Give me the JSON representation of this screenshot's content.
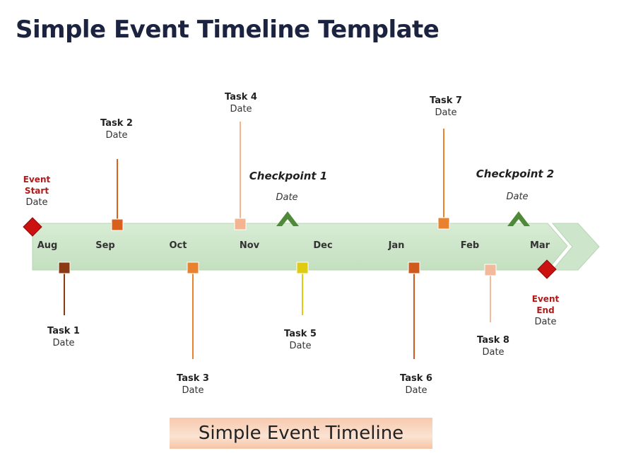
{
  "title": "Simple Event Timeline Template",
  "footer": "Simple Event Timeline",
  "months": [
    "Aug",
    "Sep",
    "Oct",
    "Nov",
    "Dec",
    "Jan",
    "Feb",
    "Mar"
  ],
  "event_start": {
    "line1": "Event",
    "line2": "Start",
    "date": "Date"
  },
  "event_end": {
    "line1": "Event",
    "line2": "End",
    "date": "Date"
  },
  "checkpoints": [
    {
      "name": "Checkpoint 1",
      "date": "Date"
    },
    {
      "name": "Checkpoint 2",
      "date": "Date"
    }
  ],
  "tasks": [
    {
      "name": "Task 1",
      "date": "Date",
      "color": "#8b3a14"
    },
    {
      "name": "Task 2",
      "date": "Date",
      "color": "#d9601c"
    },
    {
      "name": "Task 3",
      "date": "Date",
      "color": "#e8822e"
    },
    {
      "name": "Task 4",
      "date": "Date",
      "color": "#f4b490"
    },
    {
      "name": "Task 5",
      "date": "Date",
      "color": "#dfcc10"
    },
    {
      "name": "Task 6",
      "date": "Date",
      "color": "#cf5a1c"
    },
    {
      "name": "Task 7",
      "date": "Date",
      "color": "#e8822e"
    },
    {
      "name": "Task 8",
      "date": "Date",
      "color": "#f2b99a"
    }
  ],
  "colors": {
    "band": "#cfe6cc",
    "event_marker": "#cc1111",
    "checkpoint": "#4f8a3a"
  }
}
